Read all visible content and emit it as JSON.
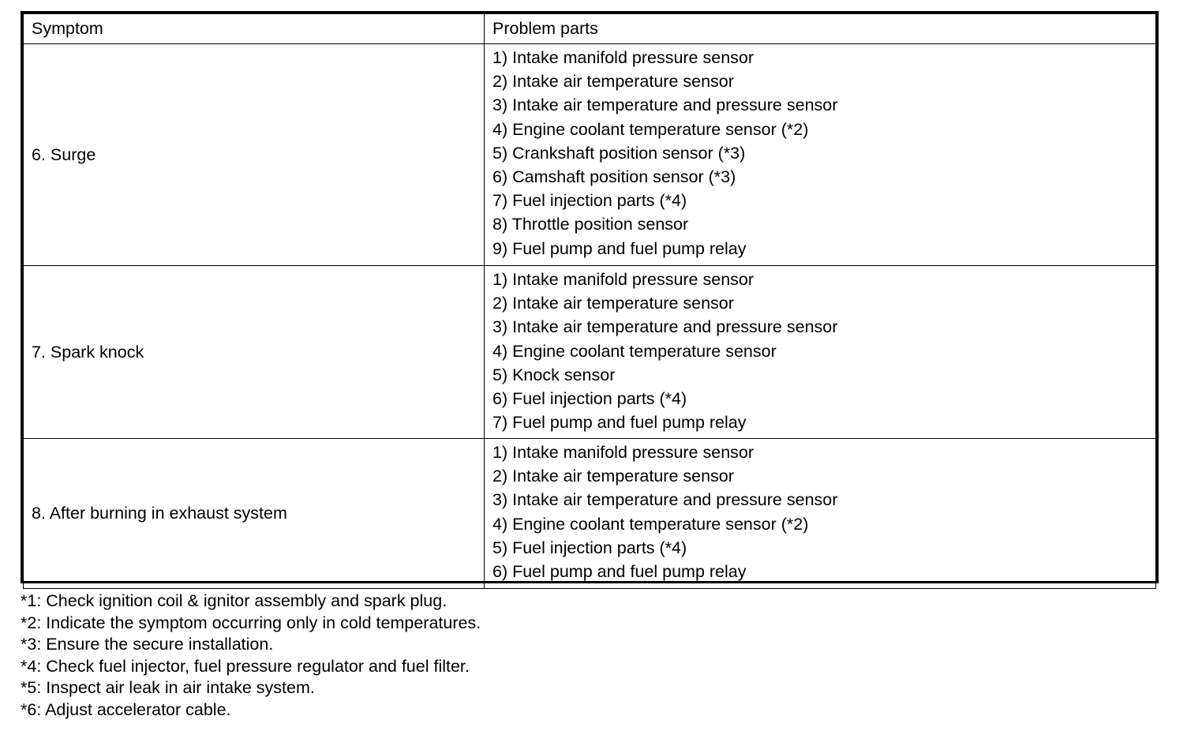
{
  "table": {
    "headers": {
      "symptom": "Symptom",
      "parts": "Problem parts"
    },
    "rows": [
      {
        "symptom": "6. Surge",
        "parts": [
          "1) Intake manifold pressure sensor",
          "2) Intake air temperature sensor",
          "3) Intake air temperature and pressure sensor",
          "4) Engine coolant temperature sensor (*2)",
          "5) Crankshaft position sensor (*3)",
          "6) Camshaft position sensor (*3)",
          "7) Fuel injection parts (*4)",
          "8) Throttle position sensor",
          "9) Fuel pump and fuel pump relay"
        ]
      },
      {
        "symptom": "7. Spark knock",
        "parts": [
          "1) Intake manifold pressure sensor",
          "2) Intake air temperature sensor",
          "3) Intake air temperature and pressure sensor",
          "4) Engine coolant temperature sensor",
          "5) Knock sensor",
          "6) Fuel injection parts (*4)",
          "7) Fuel pump and fuel pump relay"
        ]
      },
      {
        "symptom": "8. After burning in exhaust system",
        "parts": [
          "1) Intake manifold pressure sensor",
          "2) Intake air temperature sensor",
          "3) Intake air temperature and pressure sensor",
          "4) Engine coolant temperature sensor (*2)",
          "5) Fuel injection parts (*4)",
          "6) Fuel pump and fuel pump relay"
        ]
      }
    ]
  },
  "notes": [
    "*1: Check ignition coil & ignitor assembly and spark plug.",
    "*2: Indicate the symptom occurring only in cold temperatures.",
    "*3: Ensure the secure installation.",
    "*4: Check fuel injector, fuel pressure regulator and fuel filter.",
    "*5: Inspect air leak in air intake system.",
    "*6: Adjust accelerator cable."
  ]
}
